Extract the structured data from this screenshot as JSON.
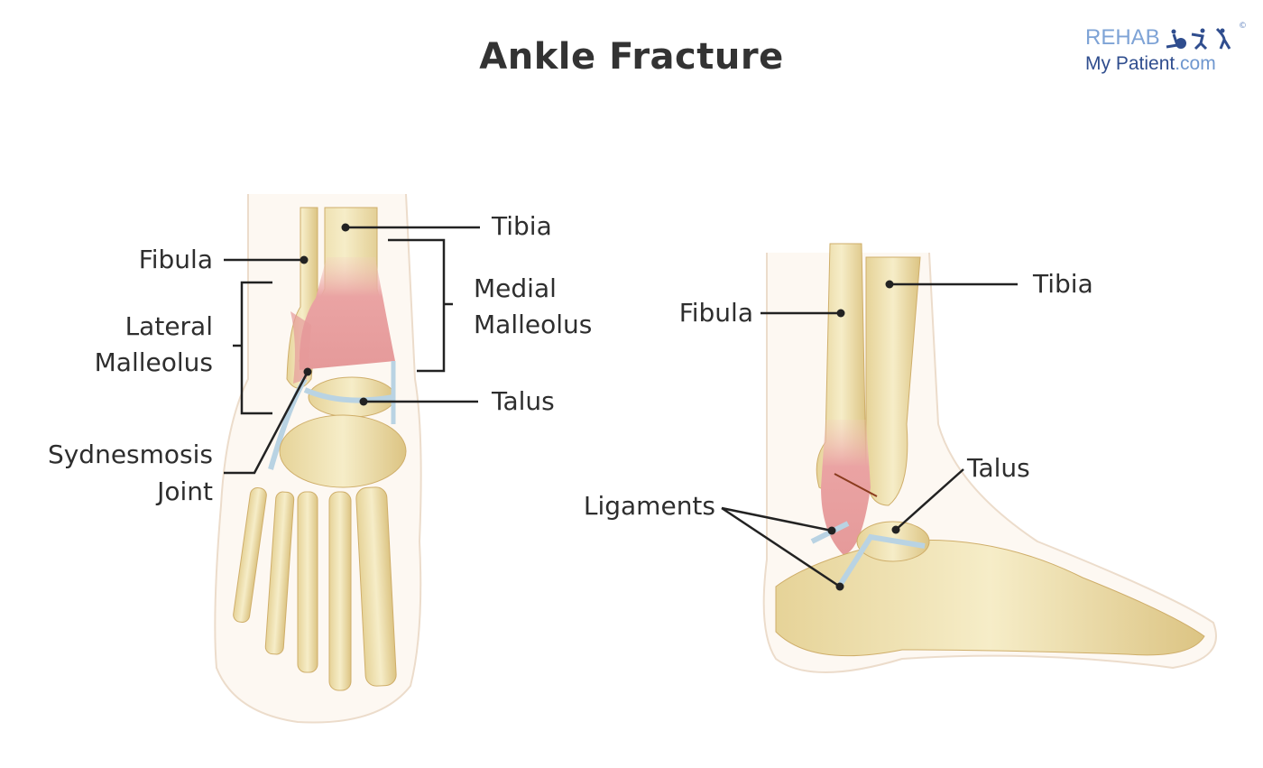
{
  "title": "Ankle Fracture",
  "logo": {
    "line1": "REHAB",
    "line2_main": "My Patient",
    "line2_suffix": ".com",
    "copyright": "©",
    "icons": [
      "exercise-figures-icon"
    ]
  },
  "front_view": {
    "labels": {
      "tibia": "Tibia",
      "fibula": "Fibula",
      "medial_malleolus_1": "Medial",
      "medial_malleolus_2": "Malleolus",
      "lateral_malleolus_1": "Lateral",
      "lateral_malleolus_2": "Malleolus",
      "talus": "Talus",
      "syndesmosis_1": "Sydnesmosis",
      "syndesmosis_2": "Joint"
    }
  },
  "side_view": {
    "labels": {
      "tibia": "Tibia",
      "fibula": "Fibula",
      "talus": "Talus",
      "ligaments": "Ligaments"
    }
  },
  "colors": {
    "bone": "#efe3b0",
    "bone_shadow": "#c9a35e",
    "fracture_highlight": "#e8999a",
    "ligament": "#b9d3e3",
    "skin_outline": "#e9d8c6",
    "leader_line": "#222222",
    "logo_light": "#7ea3d6",
    "logo_dark": "#2f4d8e"
  }
}
